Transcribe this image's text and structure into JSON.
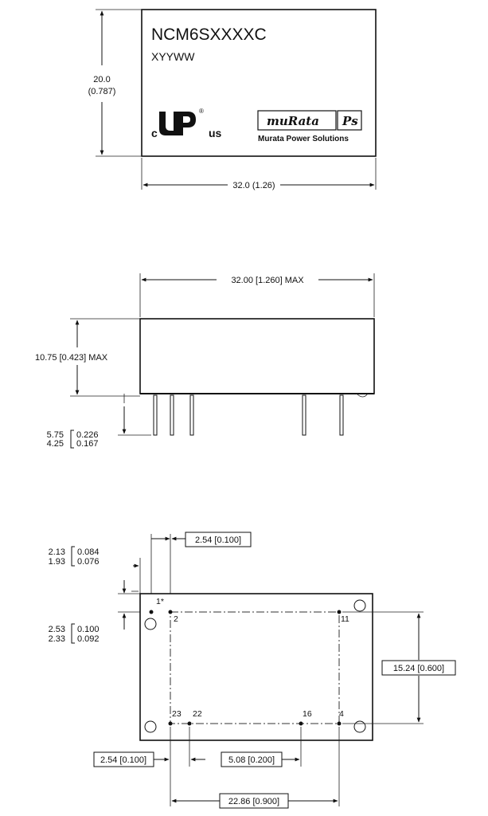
{
  "top_view": {
    "part_number": "NCM6SXXXXC",
    "date_code": "XYYWW",
    "cert_c": "c",
    "cert_us": "us",
    "cert_r": "®",
    "brand_logo": "muRata",
    "brand_ps": "Ps",
    "brand_tagline": "Murata Power Solutions",
    "height_dim_mm": "20.0",
    "height_dim_in": "(0.787)",
    "width_dim": "32.0 (1.26)"
  },
  "side_view": {
    "width_dim": "32.00 [1.260] MAX",
    "height_dim": "10.75 [0.423] MAX",
    "pin_len_max_mm": "5.75",
    "pin_len_min_mm": "4.25",
    "pin_len_max_in": "0.226",
    "pin_len_min_in": "0.167"
  },
  "bottom_view": {
    "dim_top_pitch": "2.54 [0.100]",
    "dim_left_edge_max_mm": "2.13",
    "dim_left_edge_min_mm": "1.93",
    "dim_left_edge_max_in": "0.084",
    "dim_left_edge_min_in": "0.076",
    "dim_top_edge_max_mm": "2.53",
    "dim_top_edge_min_mm": "2.33",
    "dim_top_edge_max_in": "0.100",
    "dim_top_edge_min_in": "0.092",
    "dim_row_spacing": "15.24 [0.600]",
    "dim_bottom_left_pitch": "2.54 [0.100]",
    "dim_bottom_mid": "5.08 [0.200]",
    "dim_overall_pins": "22.86 [0.900]",
    "pin_labels": [
      "1*",
      "2",
      "11",
      "23",
      "22",
      "16",
      "4"
    ]
  }
}
